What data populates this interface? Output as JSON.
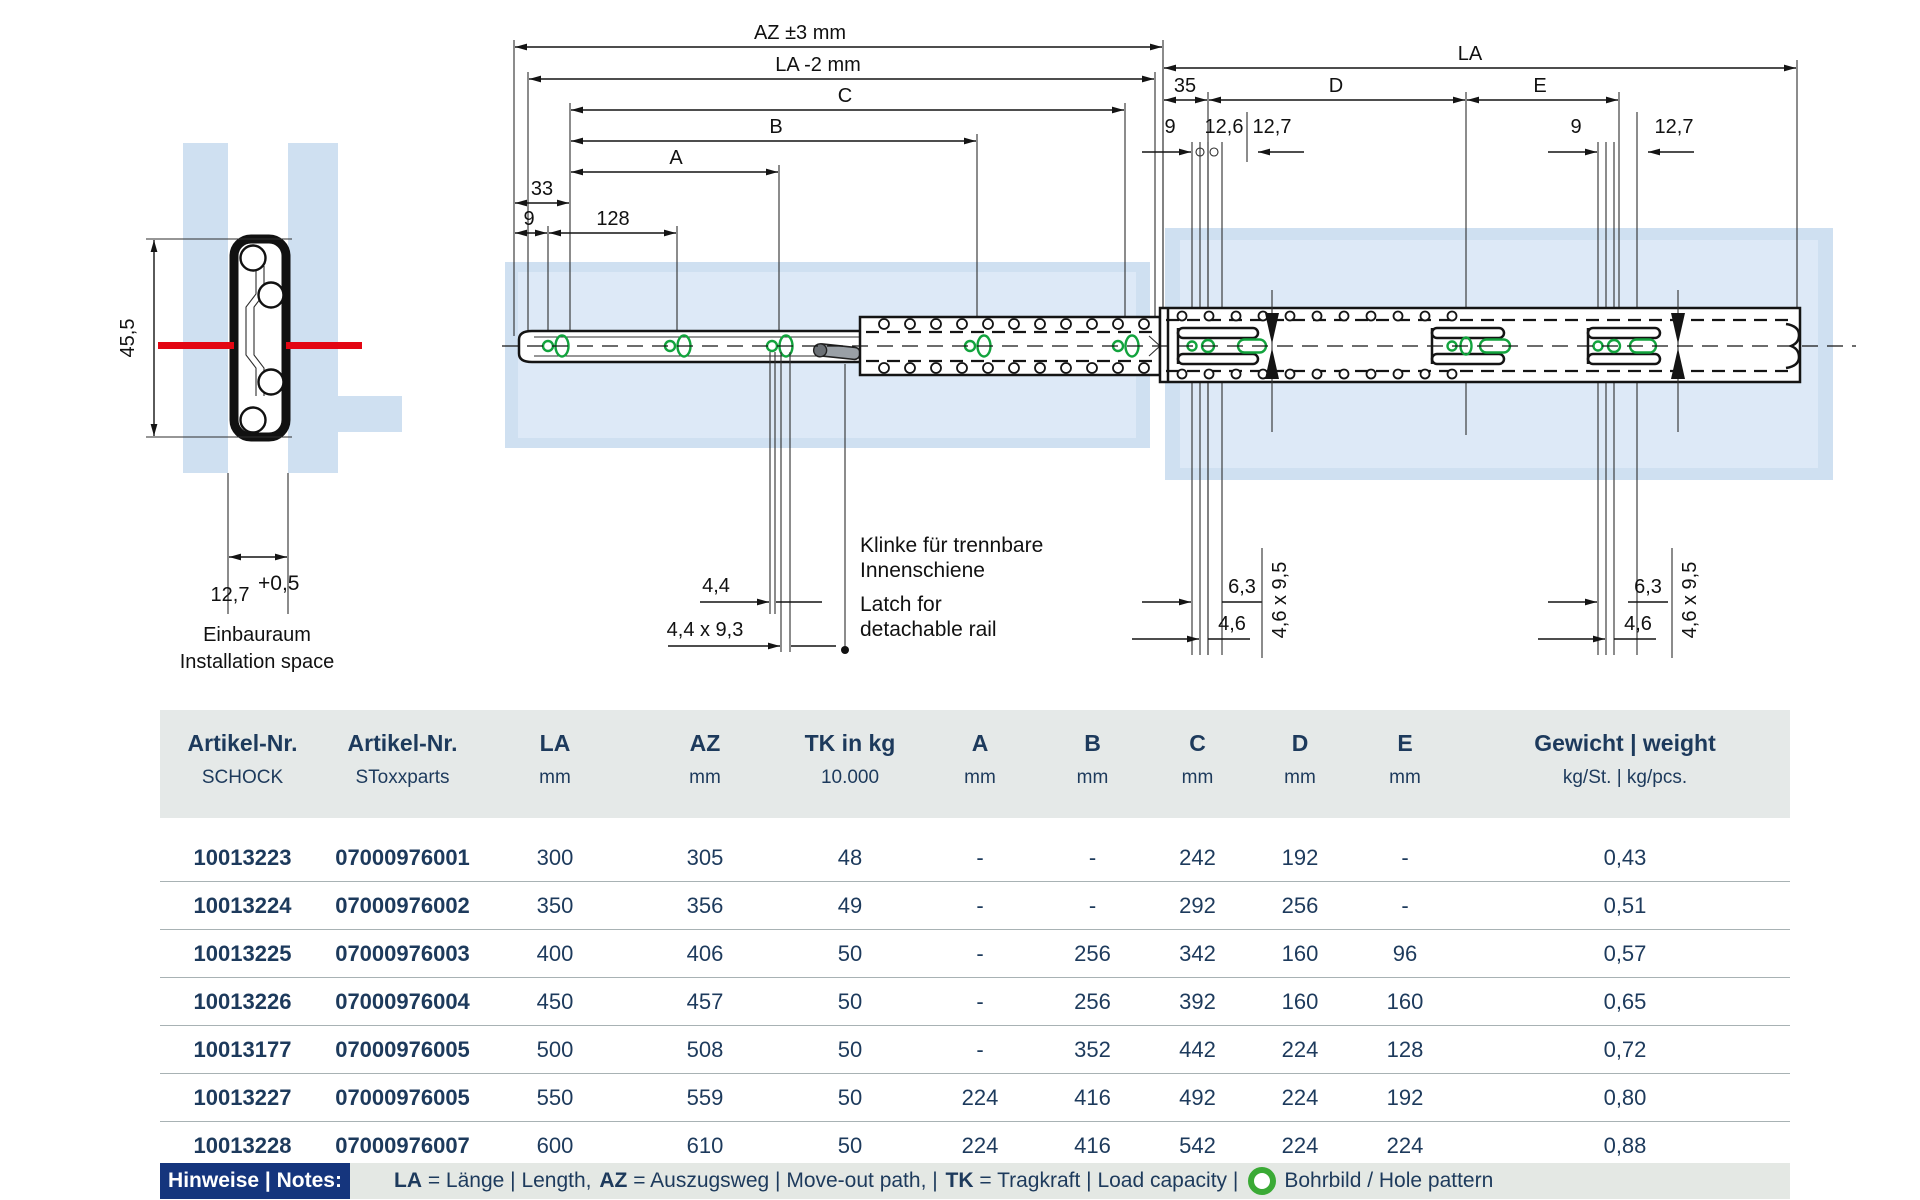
{
  "cross_section": {
    "height": "45,5",
    "width": "12,7",
    "width_tol": "+0,5",
    "caption_de": "Einbauraum",
    "caption_en": "Installation space"
  },
  "inner_view": {
    "az": "AZ ±3 mm",
    "la": "LA -2 mm",
    "c": "C",
    "b": "B",
    "a": "A",
    "d33": "33",
    "d9": "9",
    "d128": "128",
    "s44": "4,4",
    "s44x93": "4,4 x 9,3",
    "latch_de1": "Klinke für trennbare",
    "latch_de2": "Innenschiene",
    "latch_en1": "Latch for",
    "latch_en2": "detachable rail"
  },
  "outer_view": {
    "la": "LA",
    "d35": "35",
    "d": "D",
    "e": "E",
    "d9l": "9",
    "d126": "12,6",
    "d127l": "12,7",
    "d9r": "9",
    "d127r": "12,7",
    "d63l": "6,3",
    "d46l": "4,6",
    "s46x95l": "4,6 x 9,5",
    "d63r": "6,3",
    "d46r": "4,6",
    "s46x95r": "4,6 x 9,5"
  },
  "table": {
    "headers": [
      {
        "l1": "Artikel-Nr.",
        "l2": "SCHOCK"
      },
      {
        "l1": "Artikel-Nr.",
        "l2": "SToxxparts"
      },
      {
        "l1": "LA",
        "l2": "mm"
      },
      {
        "l1": "AZ",
        "l2": "mm"
      },
      {
        "l1": "TK in kg",
        "l2": "10.000"
      },
      {
        "l1": "A",
        "l2": "mm"
      },
      {
        "l1": "B",
        "l2": "mm"
      },
      {
        "l1": "C",
        "l2": "mm"
      },
      {
        "l1": "D",
        "l2": "mm"
      },
      {
        "l1": "E",
        "l2": "mm"
      },
      {
        "l1": "Gewicht | weight",
        "l2": "kg/St. | kg/pcs."
      }
    ],
    "rows": [
      [
        "10013223",
        "07000976001",
        "300",
        "305",
        "48",
        "-",
        "-",
        "242",
        "192",
        "-",
        "0,43"
      ],
      [
        "10013224",
        "07000976002",
        "350",
        "356",
        "49",
        "-",
        "-",
        "292",
        "256",
        "-",
        "0,51"
      ],
      [
        "10013225",
        "07000976003",
        "400",
        "406",
        "50",
        "-",
        "256",
        "342",
        "160",
        "96",
        "0,57"
      ],
      [
        "10013226",
        "07000976004",
        "450",
        "457",
        "50",
        "-",
        "256",
        "392",
        "160",
        "160",
        "0,65"
      ],
      [
        "10013177",
        "07000976005",
        "500",
        "508",
        "50",
        "-",
        "352",
        "442",
        "224",
        "128",
        "0,72"
      ],
      [
        "10013227",
        "07000976005",
        "550",
        "559",
        "50",
        "224",
        "416",
        "492",
        "224",
        "192",
        "0,80"
      ],
      [
        "10013228",
        "07000976007",
        "600",
        "610",
        "50",
        "224",
        "416",
        "542",
        "224",
        "224",
        "0,88"
      ]
    ]
  },
  "notes": {
    "label": "Hinweise | Notes:",
    "la_b": "LA",
    "la_t": " = Länge | Length, ",
    "az_b": "AZ",
    "az_t": " = Auszugsweg | Move-out path, | ",
    "tk_b": "TK",
    "tk_t": " = Tragkraft | Load capacity | ",
    "hole": "Bohrbild / Hole pattern"
  },
  "colors": {
    "accent_red": "#e30613",
    "hole_green": "#12a33d",
    "ring_green": "#3aaa35",
    "panel_blue": "#cfe0f1",
    "panel_blue_light": "#dde9f7",
    "navy_text": "#1d3a5c",
    "notes_navy": "#15357d"
  }
}
